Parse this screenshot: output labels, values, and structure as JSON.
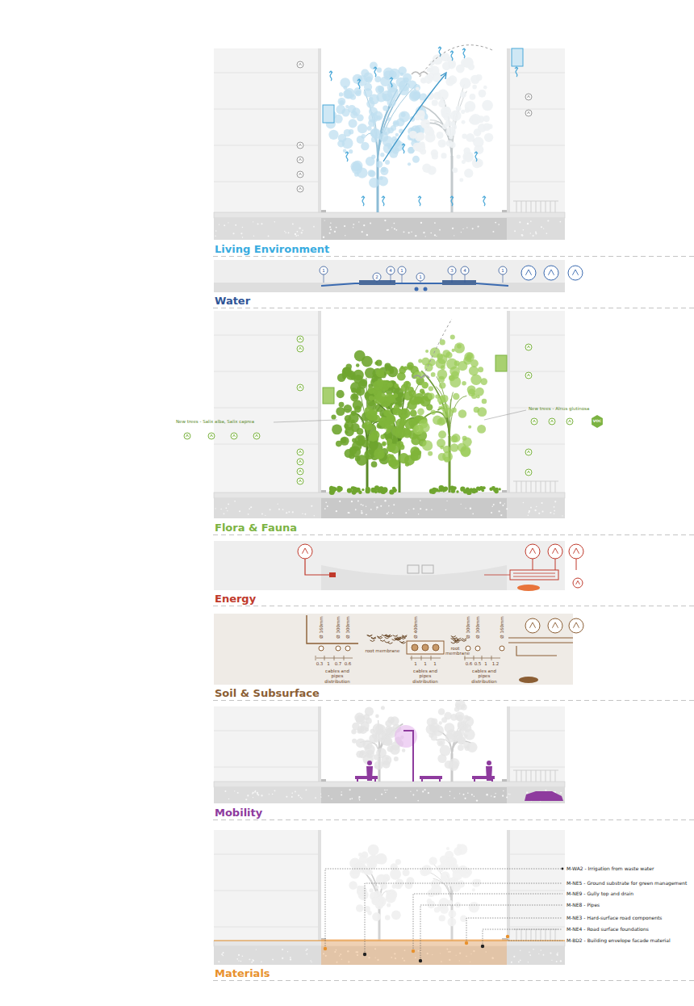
{
  "diagram": {
    "nodes": [
      {
        "text": [
          "Living Environment"
        ]
      },
      {
        "text": [
          "Water"
        ]
      },
      {
        "text": [
          "Flora & Fauna"
        ]
      },
      {
        "text": [
          "Energy"
        ]
      },
      {
        "text": [
          "Soil & Subsurface"
        ]
      },
      {
        "text": [
          "Mobility"
        ]
      },
      {
        "text": [
          "Materials"
        ]
      }
    ],
    "labels": [
      "1",
      "2",
      "4",
      "1",
      "1",
      "3",
      "4",
      "1",
      "New trees - Salix alba, Salix caprea",
      "New trees - Alnus glutinosa",
      "VOC",
      "Ø 160mm",
      "Ø 300mm",
      "Ø 300mm",
      "Ø 400mm",
      "Ø 300mm",
      "Ø 300mm",
      "Ø 160mm",
      "0.3",
      "1",
      "0.7",
      "0.6",
      "cables and pipes distribution",
      "root membrane",
      "1",
      "1",
      "1",
      "cables and pipes distribution",
      "root membrane",
      "0.6",
      "0.5",
      "1",
      "1.2",
      "cables and pipes distribution",
      "M-WA2 - Irrigation from waste water",
      "M-NE5 - Ground substrate for green management",
      "M-NE9 - Gully top and drain",
      "M-NE8 - Pipes",
      "M-NE3 - Hard-surface road components",
      "M-NE4 - Road surface foundations",
      "M-BD2 - Building envelope facade material"
    ]
  }
}
